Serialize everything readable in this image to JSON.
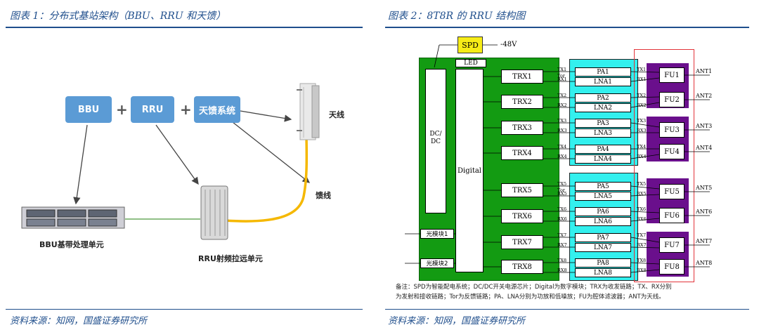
{
  "left": {
    "title": "图表 1：分布式基站架构（BBU、RRU 和天馈）",
    "boxes": {
      "bbu": "BBU",
      "rru": "RRU",
      "feeder": "天馈系统"
    },
    "plus": "+",
    "labels": {
      "antenna": "天线",
      "feeder_line": "馈线",
      "bbu_unit": "BBU基带处理单元",
      "rru_unit": "RRU射频拉远单元"
    },
    "source": "资料来源：知网，国盛证券研究所"
  },
  "right": {
    "title": "图表 2：8T8R 的 RRU 结构图",
    "spd": "SPD",
    "voltage": "-48V",
    "led": "LED",
    "dcdc": "DC/\nDC",
    "digital": "Digital",
    "optical": [
      "光模块1",
      "光模块2"
    ],
    "trx": [
      "TRX1",
      "TRX2",
      "TRX3",
      "TRX4",
      "TRX5",
      "TRX6",
      "TRX7",
      "TRX8"
    ],
    "pa": [
      "PA1",
      "PA2",
      "PA3",
      "PA4",
      "PA5",
      "PA6",
      "PA7",
      "PA8"
    ],
    "lna": [
      "LNA1",
      "LNA2",
      "LNA3",
      "LNA4",
      "LNA5",
      "LNA6",
      "LNA7",
      "LNA8"
    ],
    "fu": [
      "FU1",
      "FU2",
      "FU3",
      "FU4",
      "FU5",
      "FU6",
      "FU7",
      "FU8"
    ],
    "ant": [
      "ANT1",
      "ANT2",
      "ANT3",
      "ANT4",
      "ANT5",
      "ANT6",
      "ANT7",
      "ANT8"
    ],
    "signal_tx": "TX",
    "signal_rx": "RX",
    "signal_tor": "Tor",
    "note_line1": "备注：SPD为智能配电系统；DC/DC开关电源芯片；Digital为数字模块；TRX为收发链路；TX、RX分别",
    "note_line2": "为发射和接收链路；Tor为反馈链路；PA、LNA分别为功放和低噪放；FU为腔体滤波器；ANT为天线。",
    "source": "资料来源：知网，国盛证券研究所"
  },
  "colors": {
    "accent": "#1f4e8c",
    "green": "#139b12",
    "cyan": "#33f0ee",
    "purple": "#6a0f8c",
    "spd": "#f6ec17",
    "blue_box": "#5b9bd5",
    "feeder": "#f5b800"
  }
}
